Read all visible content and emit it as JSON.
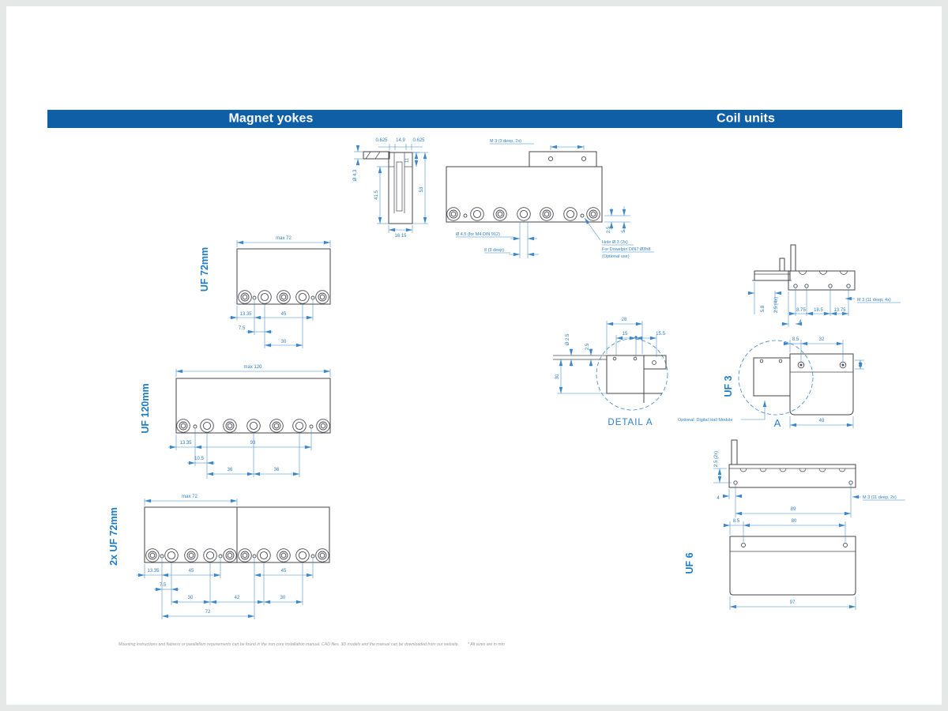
{
  "header": {
    "magnet_title": "Magnet yokes",
    "coil_title": "Coil units"
  },
  "footer": {
    "note": "Mounting instructions and flatness or parallelism requirements can be found in the iron core installation manual. CAD files, 3D models and the manual can be downloaded from our website.",
    "unit_note": "* All sizes are in mm"
  },
  "colors": {
    "header_bar": "#0e5fa6",
    "dimension_blue": "#3d87c9",
    "label_blue": "#1d7cc5",
    "outline_gray": "#45464b"
  },
  "ys": {
    "t1": "0.625",
    "t2": "14.9",
    "t3": "0.625",
    "dia": "Ø 4.3",
    "h415": "41.5",
    "h11": "11",
    "h53": "53",
    "w1615": "16.15"
  },
  "yf": {
    "m3": "M 3 (3 deep, 2x)",
    "dia45": "Ø 4.5 (for M4 DIN 912)",
    "d8": "8 (3 deep)",
    "v25": "2.5",
    "v5": "5",
    "hole1": "Hole Ø 3 (2x)",
    "hole2": "For Dowelpin DIN7 Ø3h8",
    "hole3": "(Optional use)"
  },
  "uf72": {
    "label": "UF 72mm",
    "max": "max 72",
    "d1": "13.35",
    "d2": "45",
    "d3": "7.5",
    "d4": "30"
  },
  "uf120": {
    "label": "UF 120mm",
    "max": "max 120",
    "d1": "13.35",
    "d2": "93",
    "d3": "10.5",
    "d4": "36",
    "d5": "36"
  },
  "uf272": {
    "label": "2x UF 72mm",
    "max": "max 72",
    "d1": "13.35",
    "d2": "45",
    "d3": "7.5",
    "d4": "30",
    "d5": "42",
    "d6": "30",
    "d7": "45",
    "d8": "72"
  },
  "da": {
    "caption": "DETAIL A",
    "d28": "28",
    "d15": "15",
    "d155": "15.5",
    "dia25": "Ø 2.5",
    "d25": "2.5",
    "d30": "30"
  },
  "cs": {
    "d58": "5.8",
    "d254x": "2.5 (4x)",
    "d875": "8.75",
    "d185": "18.5",
    "d1375": "13.75",
    "d4": "4",
    "m3": "M 3 (11 deep, 4x)"
  },
  "uf3": {
    "label": "UF 3",
    "d85": "8.5",
    "d32": "32",
    "d4": "4",
    "d49": "49",
    "a": "A",
    "note": "Optional: Digital Hall Module"
  },
  "uf6": {
    "label": "UF 6",
    "d252x": "2.5 (2x)",
    "d4": "4",
    "m3": "M 3 (11 deep, 2x)",
    "d89": "89",
    "d85": "8.5",
    "d80": "80",
    "d97": "97"
  }
}
